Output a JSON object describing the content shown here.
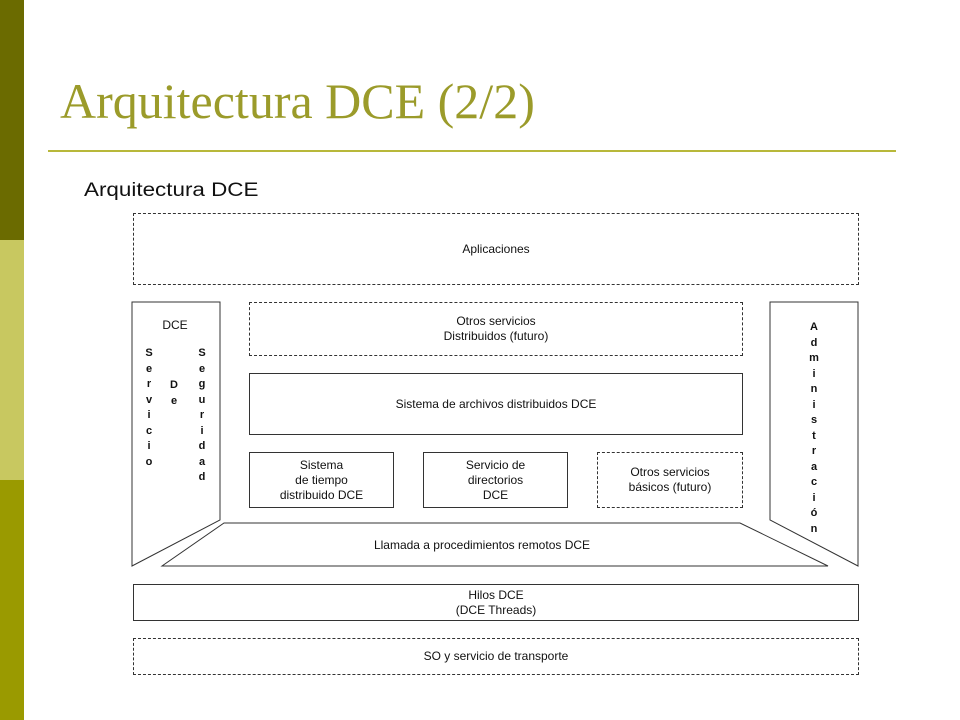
{
  "slide": {
    "title": "Arquitectura DCE (2/2)"
  },
  "diagram": {
    "heading": "Arquitectura DCE",
    "aplicaciones": "Aplicaciones",
    "otros_distribuidos": "Otros servicios\nDistribuidos (futuro)",
    "archivos": "Sistema de archivos distribuidos DCE",
    "tiempo": "Sistema\nde tiempo\ndistribuido DCE",
    "directorios": "Servicio de\ndirectorios\nDCE",
    "otros_basicos": "Otros servicios\nbásicos (futuro)",
    "rpc": "Llamada a procedimientos remotos DCE",
    "hilos": "Hilos DCE\n(DCE Threads)",
    "so": "SO y servicio de transporte",
    "left_dce": "DCE",
    "left_col1": "Servicio",
    "left_col2": "De",
    "left_col3": "Seguridad",
    "right_col": "Administración"
  },
  "colors": {
    "sidebar_dark": "#6b6b00",
    "sidebar_light": "#c8c860",
    "sidebar_mid": "#9a9a00",
    "title": "#9b9b2a"
  }
}
